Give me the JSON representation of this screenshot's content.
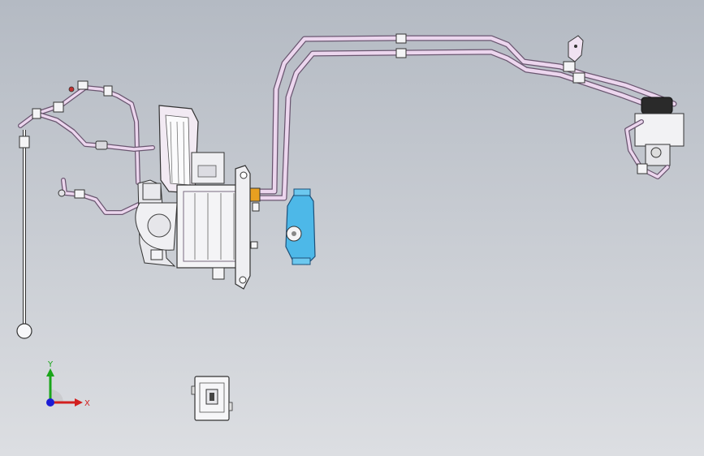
{
  "viewport": {
    "background_top": "#b4bac3",
    "background_bottom": "#dcdee2"
  },
  "colors": {
    "pipe_fill": "#ecd6ee",
    "pipe_edge": "#6a5670",
    "part_edge": "#333333",
    "part_fill": "#f1f1f3",
    "clamp": "#e8a020",
    "cover": "#4db8e8",
    "axis_x": "#d21f1f",
    "axis_y": "#1aa51a",
    "axis_z": "#1c1cd6"
  },
  "triad": {
    "x_label": "X",
    "y_label": "Y"
  },
  "parts": {
    "main_pipe": "refrigerant-pipe-assembly",
    "left_hose": "hose-assembly",
    "hvac_unit": "hvac-blower-unit",
    "blue_cover": "blower-cover",
    "rod": "support-rod",
    "bottom_module": "control-module",
    "right_valve": "expansion-valve-assembly"
  }
}
